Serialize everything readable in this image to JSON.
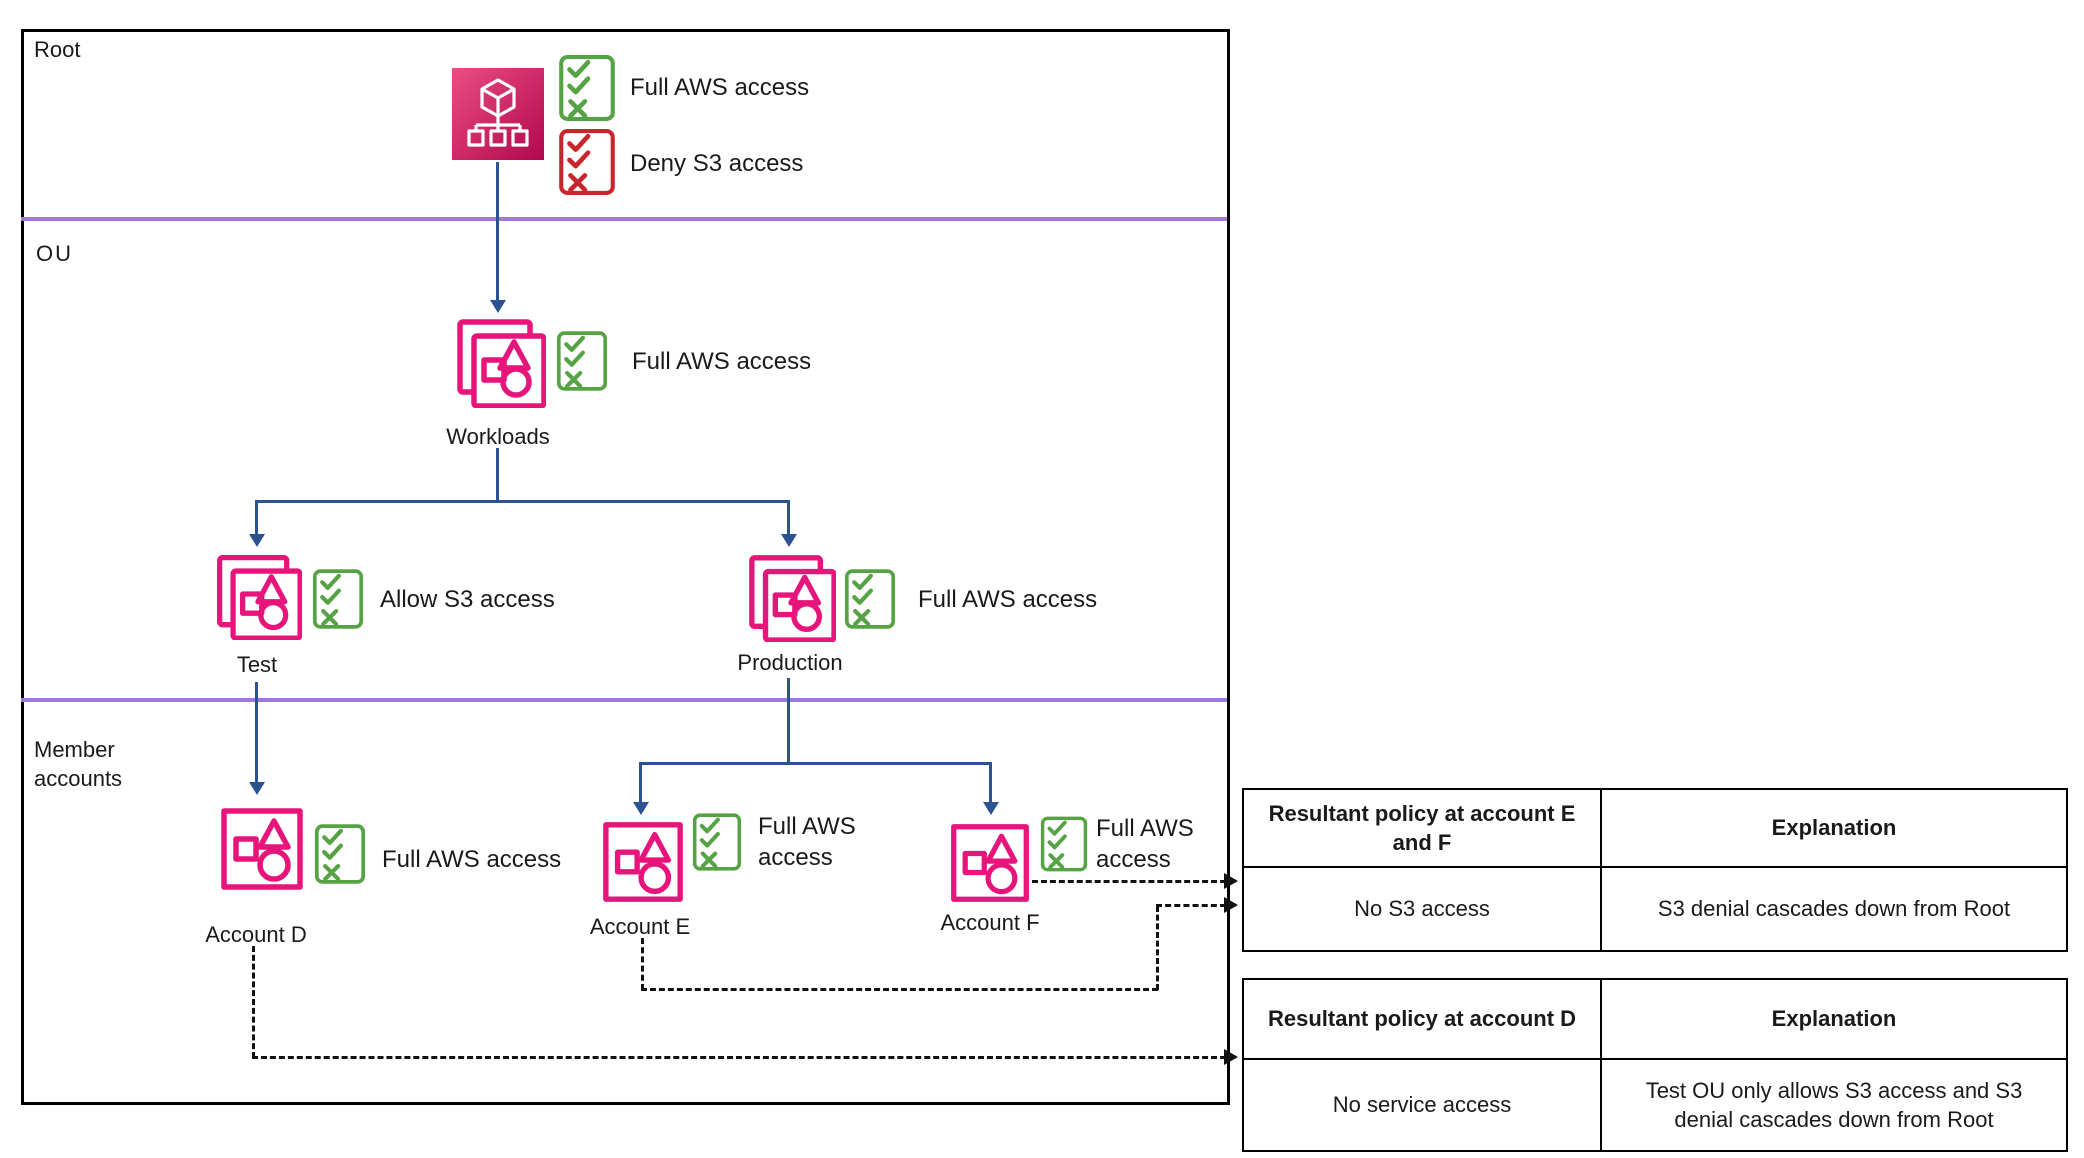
{
  "diagram": {
    "sections": {
      "root": "Root",
      "ou": "OU",
      "member": "Member accounts"
    },
    "nodes": {
      "root": {
        "policies": [
          {
            "type": "allow",
            "label": "Full AWS access"
          },
          {
            "type": "deny",
            "label": "Deny S3 access"
          }
        ]
      },
      "workloads": {
        "label": "Workloads",
        "policy": "Full AWS access"
      },
      "test": {
        "label": "Test",
        "policy": "Allow S3 access"
      },
      "production": {
        "label": "Production",
        "policy": "Full AWS access"
      },
      "account_d": {
        "label": "Account D",
        "policy": "Full AWS access"
      },
      "account_e": {
        "label": "Account E",
        "policy": "Full AWS access"
      },
      "account_f": {
        "label": "Account F",
        "policy": "Full AWS access"
      }
    },
    "icons": {
      "root": "organizations-icon",
      "ou": "organizational-unit-icon",
      "account": "account-icon",
      "allow": "policy-allow-icon",
      "deny": "policy-deny-icon"
    },
    "colors": {
      "pink": "#E7157B",
      "root_gradient_start": "#EB4D82",
      "root_gradient_end": "#B0084D",
      "allow_green": "#56A345",
      "deny_red": "#C8252C",
      "arrow_blue": "#2C5291",
      "divider_purple": "#A176E0",
      "dashed_black": "#111111"
    }
  },
  "tables": [
    {
      "headers": [
        "Resultant policy at account E and F",
        "Explanation"
      ],
      "rows": [
        [
          "No S3 access",
          "S3 denial cascades down from Root"
        ]
      ]
    },
    {
      "headers": [
        "Resultant policy at account D",
        "Explanation"
      ],
      "rows": [
        [
          "No service access",
          "Test OU only allows S3 access and S3 denial cascades down from Root"
        ]
      ]
    }
  ]
}
